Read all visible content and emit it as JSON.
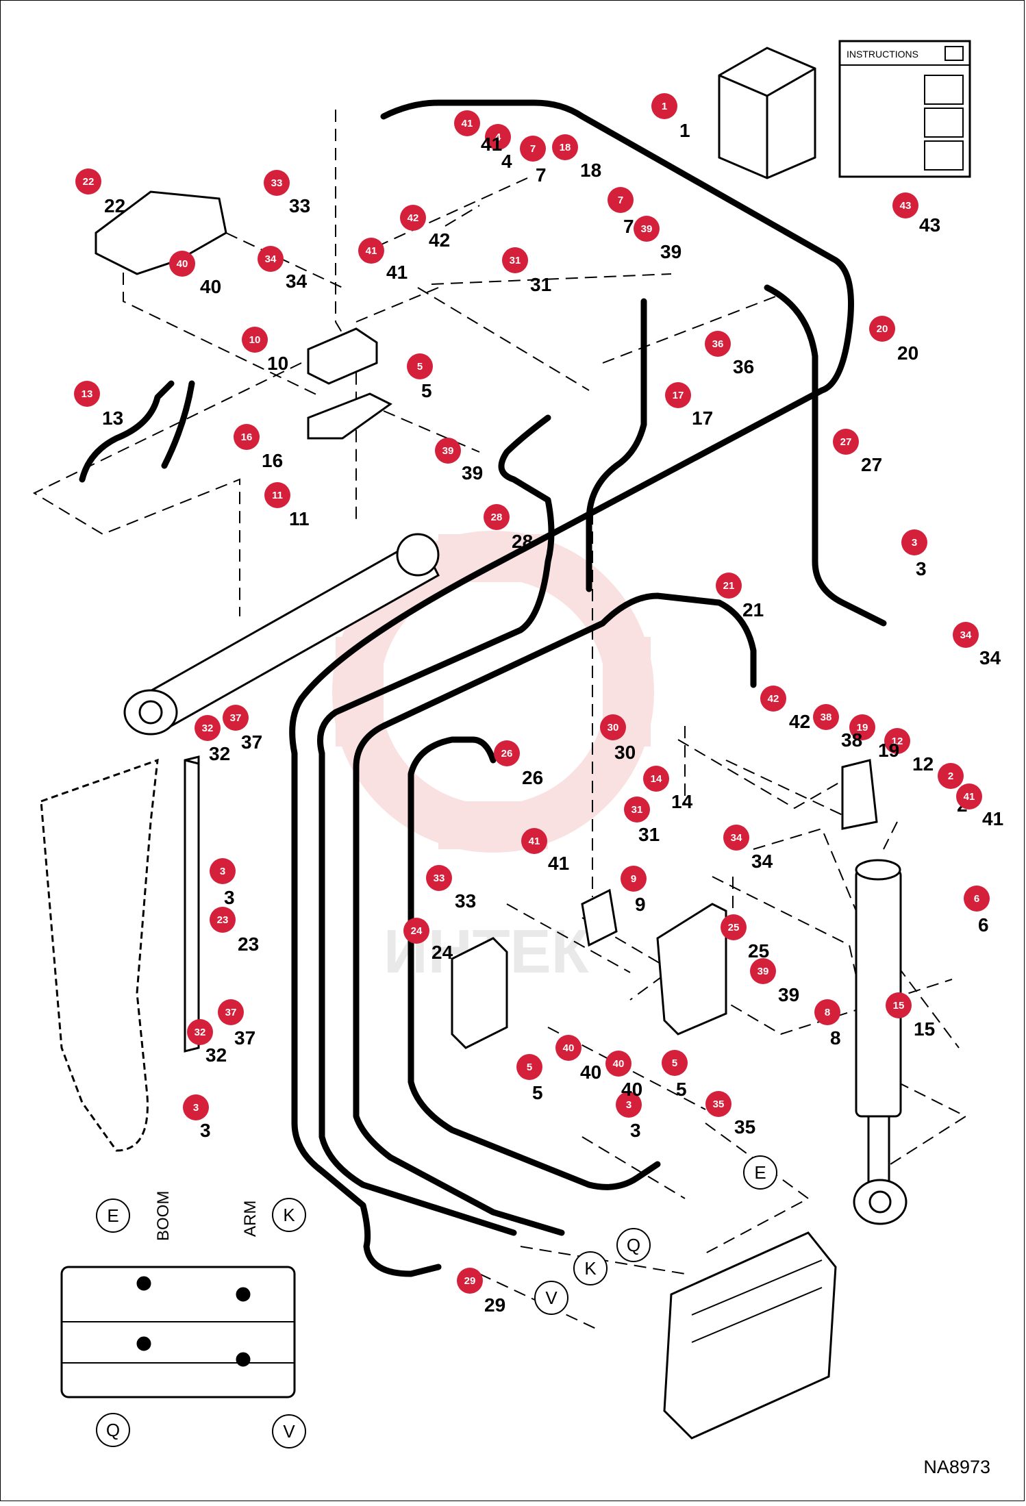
{
  "diagram": {
    "reference_code": "NA8973",
    "instructions_label": "INSTRUCTIONS",
    "valve_labels": {
      "boom": "BOOM",
      "arm": "ARM"
    },
    "colors": {
      "badge": "#d4203a",
      "line": "#000000",
      "watermark": "#f6c9c9"
    },
    "watermark_text": "ИНТЕК",
    "callouts": [
      {
        "id": "1"
      },
      {
        "id": "2"
      },
      {
        "id": "3a"
      },
      {
        "id": "3b"
      },
      {
        "id": "3c"
      },
      {
        "id": "3d"
      },
      {
        "id": "4"
      },
      {
        "id": "5a"
      },
      {
        "id": "5b"
      },
      {
        "id": "5c"
      },
      {
        "id": "6"
      },
      {
        "id": "7a"
      },
      {
        "id": "7b"
      },
      {
        "id": "8"
      },
      {
        "id": "9"
      },
      {
        "id": "10"
      },
      {
        "id": "11"
      },
      {
        "id": "12"
      },
      {
        "id": "13"
      },
      {
        "id": "14"
      },
      {
        "id": "15"
      },
      {
        "id": "16"
      },
      {
        "id": "17"
      },
      {
        "id": "18"
      },
      {
        "id": "19"
      },
      {
        "id": "20"
      },
      {
        "id": "21"
      },
      {
        "id": "22"
      },
      {
        "id": "23"
      },
      {
        "id": "24"
      },
      {
        "id": "25"
      },
      {
        "id": "26"
      },
      {
        "id": "27"
      },
      {
        "id": "28"
      },
      {
        "id": "29"
      },
      {
        "id": "30"
      },
      {
        "id": "31a"
      },
      {
        "id": "31b"
      },
      {
        "id": "32a"
      },
      {
        "id": "32b"
      },
      {
        "id": "33a"
      },
      {
        "id": "33b"
      },
      {
        "id": "34a"
      },
      {
        "id": "34b"
      },
      {
        "id": "34c"
      },
      {
        "id": "35"
      },
      {
        "id": "36"
      },
      {
        "id": "37a"
      },
      {
        "id": "37b"
      },
      {
        "id": "38"
      },
      {
        "id": "39a"
      },
      {
        "id": "39b"
      },
      {
        "id": "39c"
      },
      {
        "id": "40a"
      },
      {
        "id": "40b"
      },
      {
        "id": "40c"
      },
      {
        "id": "41a"
      },
      {
        "id": "41b"
      },
      {
        "id": "41c"
      },
      {
        "id": "41d"
      },
      {
        "id": "42a"
      },
      {
        "id": "42b"
      },
      {
        "id": "43"
      }
    ],
    "callout_numbers": {
      "1": "1",
      "2": "2",
      "3a": "3",
      "3b": "3",
      "3c": "3",
      "3d": "3",
      "4": "4",
      "5a": "5",
      "5b": "5",
      "5c": "5",
      "6": "6",
      "7a": "7",
      "7b": "7",
      "8": "8",
      "9": "9",
      "10": "10",
      "11": "11",
      "12": "12",
      "13": "13",
      "14": "14",
      "15": "15",
      "16": "16",
      "17": "17",
      "18": "18",
      "19": "19",
      "20": "20",
      "21": "21",
      "22": "22",
      "23": "23",
      "24": "24",
      "25": "25",
      "26": "26",
      "27": "27",
      "28": "28",
      "29": "29",
      "30": "30",
      "31a": "31",
      "31b": "31",
      "32a": "32",
      "32b": "32",
      "33a": "33",
      "33b": "33",
      "34a": "34",
      "34b": "34",
      "34c": "34",
      "35": "35",
      "36": "36",
      "37a": "37",
      "37b": "37",
      "38": "38",
      "39a": "39",
      "39b": "39",
      "39c": "39",
      "40a": "40",
      "40b": "40",
      "40c": "40",
      "41a": "41",
      "41b": "41",
      "41c": "41",
      "41d": "41",
      "42a": "42",
      "42b": "42",
      "43": "43"
    },
    "connection_letters": [
      "E",
      "K",
      "Q",
      "V"
    ]
  }
}
